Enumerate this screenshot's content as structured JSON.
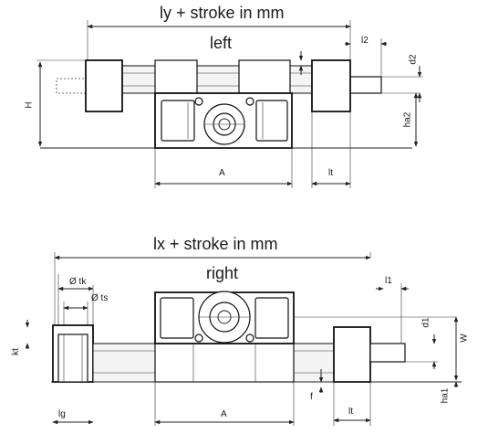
{
  "top_view": {
    "title_dimension": "ly + stroke in mm",
    "side_label": "left",
    "dims": {
      "l2": "l2",
      "d2": "d2",
      "H": "H",
      "ha2": "ha2",
      "A": "A",
      "lt": "lt"
    }
  },
  "bottom_view": {
    "title_dimension": "lx + stroke in mm",
    "side_label": "right",
    "dims": {
      "tk": "Ø tk",
      "ts": "Ø ts",
      "l1": "l1",
      "d1": "d1",
      "W": "W",
      "kt": "kt",
      "f": "f",
      "ha1": "ha1",
      "lg": "lg",
      "A": "A",
      "lt": "lt"
    }
  }
}
